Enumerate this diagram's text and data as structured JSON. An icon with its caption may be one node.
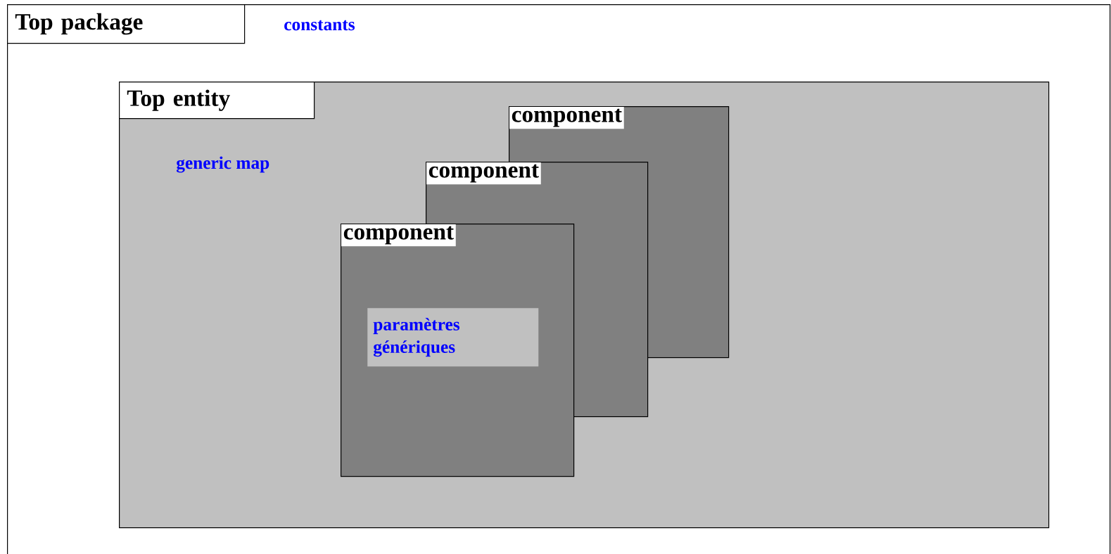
{
  "diagram": {
    "nodes": [
      {
        "text": [
          "Top package",
          "constants"
        ]
      },
      {
        "text": [
          "Top entity",
          "generic map"
        ],
        "in": 0
      },
      {
        "text": [
          "component"
        ],
        "in": 1
      },
      {
        "text": [
          "component"
        ],
        "in": 1
      },
      {
        "text": [
          "component"
        ],
        "in": 1
      },
      {
        "text": [
          "paramètres génériques"
        ],
        "in": 4
      }
    ]
  }
}
